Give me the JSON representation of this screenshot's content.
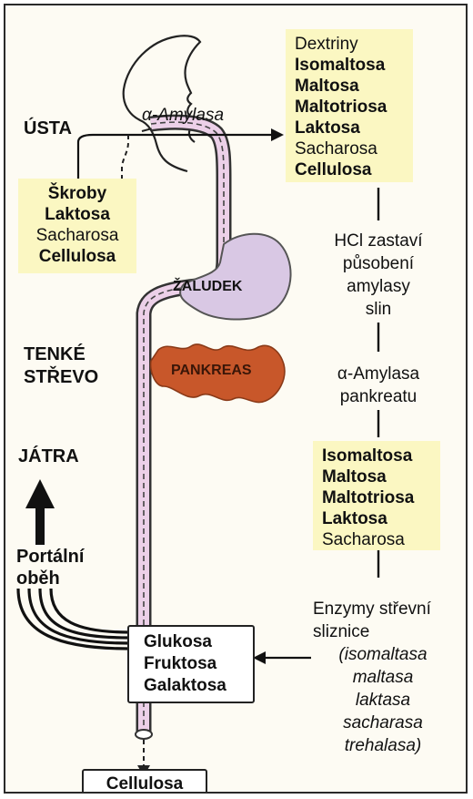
{
  "mouth": {
    "label": "ÚSTA",
    "enzyme": "α-Amylasa"
  },
  "oral_products": [
    "Dextriny",
    "Isomaltosa",
    "Maltosa",
    "Maltotriosa",
    "Laktosa",
    "Sacharosa",
    "Cellulosa"
  ],
  "diet": [
    "Škroby",
    "Laktosa",
    "Sacharosa",
    "Cellulosa"
  ],
  "stomach": {
    "label": "ŽALUDEK"
  },
  "hcl_note": [
    "HCl zastaví",
    "působení",
    "amylasy",
    "slin"
  ],
  "small_intestine": {
    "line1": "TENKÉ",
    "line2": "STŘEVO"
  },
  "pancreas": {
    "label": "PANKREAS",
    "enzyme_line1": "α-Amylasa",
    "enzyme_line2": "pankreatu"
  },
  "pancreatic_products": [
    "Isomaltosa",
    "Maltosa",
    "Maltotriosa",
    "Laktosa",
    "Sacharosa"
  ],
  "liver": {
    "label": "JÁTRA"
  },
  "portal": {
    "line1": "Portální",
    "line2": "oběh"
  },
  "monosaccharides": [
    "Glukosa",
    "Fruktosa",
    "Galaktosa"
  ],
  "mucosa_enzymes": {
    "line1": "Enzymy střevní",
    "line2": "sliznice",
    "list": [
      "(isomaltasa",
      "maltasa",
      "laktasa",
      "sacharasa",
      "trehalasa)"
    ]
  },
  "output": {
    "label": "Cellulosa"
  }
}
